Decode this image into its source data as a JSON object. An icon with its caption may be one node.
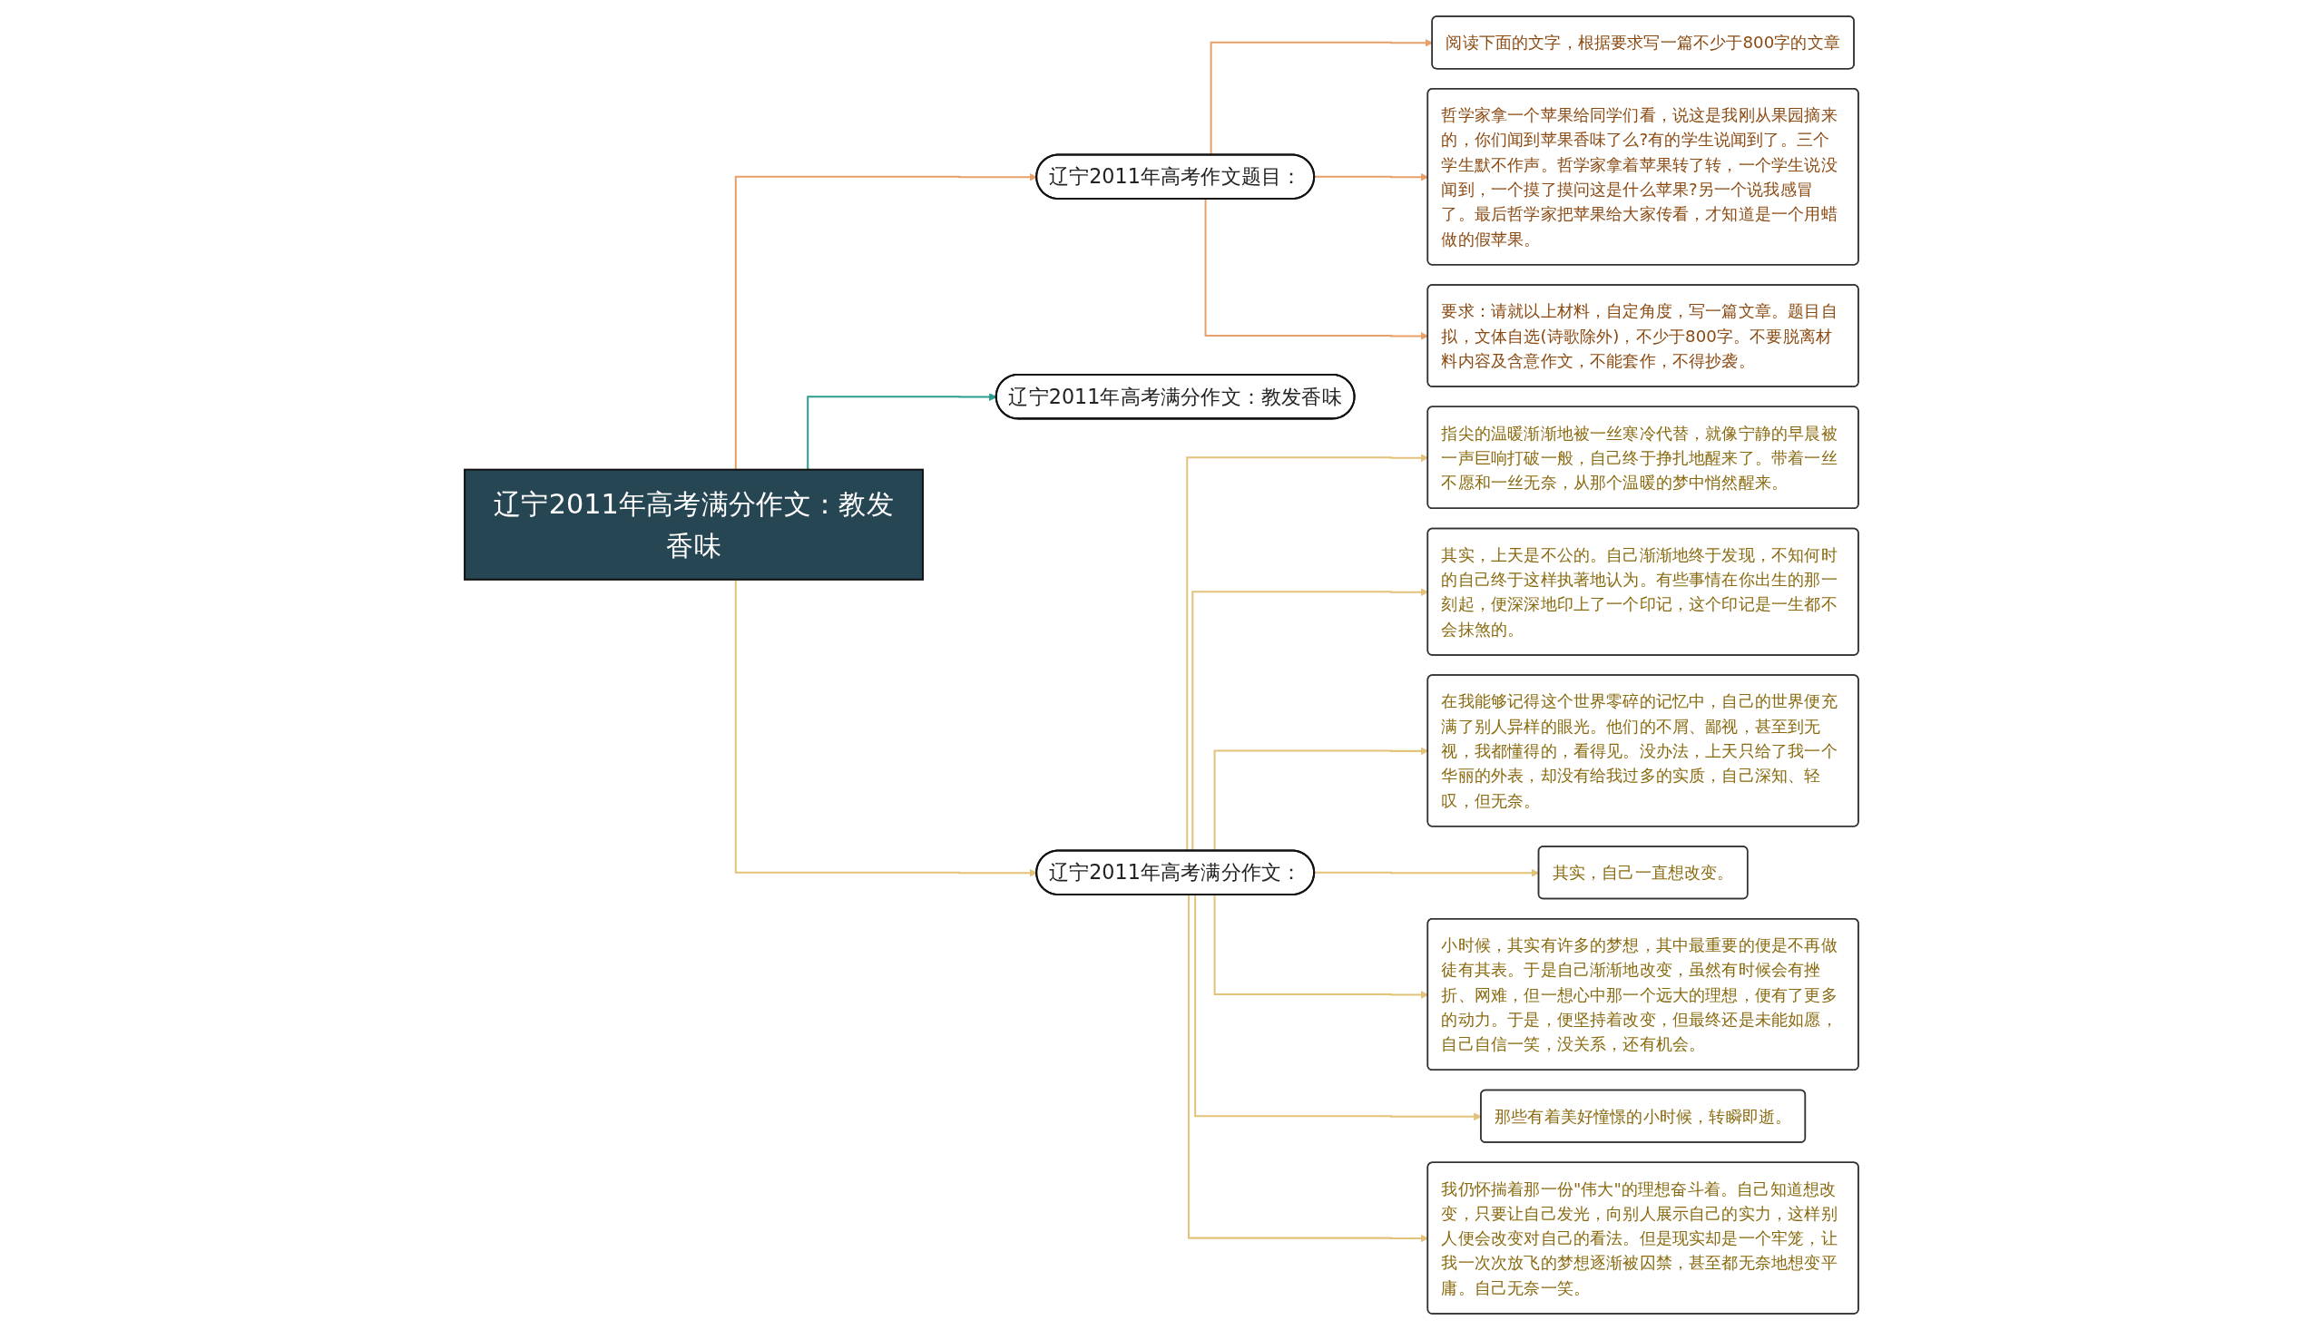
{
  "diagram": {
    "nodes": [
      {
        "text": [
          "辽宁2011年高考满分作文：教发香味"
        ]
      },
      {
        "text": [
          "辽宁2011年高考作文题目："
        ]
      },
      {
        "text": [
          "阅读下面的文字，根据要求写一篇不少于800字的文章"
        ]
      },
      {
        "text": [
          "哲学家拿一个苹果给同学们看，说这是我刚从果园摘来的，你们闻到苹果香味了么?有的学生说闻到了。三个学生默不作声。哲学家拿着苹果转了转，一个学生说没闻到，一个摸了摸问这是什么苹果?另一个说我感冒了。最后哲学家把苹果给大家传看，才知道是一个用蜡做的假苹果。"
        ]
      },
      {
        "text": [
          "要求：请就以上材料，自定角度，写一篇文章。题目自拟，文体自选(诗歌除外)，不少于800字。不要脱离材料内容及含意作文，不能套作，不得抄袭。"
        ]
      },
      {
        "text": [
          "辽宁2011年高考满分作文：教发香味"
        ]
      },
      {
        "text": [
          "辽宁2011年高考满分作文："
        ]
      },
      {
        "text": [
          "指尖的温暖渐渐地被一丝寒冷代替，就像宁静的早晨被一声巨响打破一般，自己终于挣扎地醒来了。带着一丝不愿和一丝无奈，从那个温暖的梦中悄然醒来。"
        ]
      },
      {
        "text": [
          "其实，上天是不公的。自己渐渐地终于发现，不知何时的自己终于这样执著地认为。有些事情在你出生的那一刻起，便深深地印上了一个印记，这个印记是一生都不会抹煞的。"
        ]
      },
      {
        "text": [
          "在我能够记得这个世界零碎的记忆中，自己的世界便充满了别人异样的眼光。他们的不屑、鄙视，甚至到无视，我都懂得的，看得见。没办法，上天只给了我一个华丽的外表，却没有给我过多的实质，自己深知、轻叹，但无奈。"
        ]
      },
      {
        "text": [
          "其实，自己一直想改变。"
        ]
      },
      {
        "text": [
          "小时候，其实有许多的梦想，其中最重要的便是不再做徒有其表。于是自己渐渐地改变，虽然有时候会有挫折、网难，但一想心中那一个远大的理想，便有了更多的动力。于是，便坚持着改变，但最终还是未能如愿，自己自信一笑，没关系，还有机会。"
        ]
      },
      {
        "text": [
          "那些有着美好憧憬的小时候，转瞬即逝。"
        ]
      },
      {
        "text": [
          "我仍怀揣着那一份\"伟大\"的理想奋斗着。自己知道想改变，只要让自己发光，向别人展示自己的实力，这样别人便会改变对自己的看法。但是现实却是一个牢笼，让我一次次放飞的梦想逐渐被囚禁，甚至都无奈地想变平庸。自己无奈一笑。"
        ]
      }
    ],
    "edges": [
      {
        "from": 0,
        "to": 1,
        "arrow": "to",
        "color": "#e8a06a"
      },
      {
        "from": 1,
        "to": 2,
        "arrow": "to",
        "color": "#e8a06a"
      },
      {
        "from": 1,
        "to": 3,
        "arrow": "to",
        "color": "#e8a06a"
      },
      {
        "from": 1,
        "to": 4,
        "arrow": "to",
        "color": "#e8a06a"
      },
      {
        "from": 0,
        "to": 5,
        "arrow": "to",
        "color": "#2a9d8f"
      },
      {
        "from": 0,
        "to": 6,
        "arrow": "to"
      },
      {
        "from": 6,
        "to": 7,
        "arrow": "to"
      },
      {
        "from": 6,
        "to": 8,
        "arrow": "to"
      },
      {
        "from": 6,
        "to": 9,
        "arrow": "to"
      },
      {
        "from": 6,
        "to": 10,
        "arrow": "to"
      },
      {
        "from": 6,
        "to": 11,
        "arrow": "to"
      },
      {
        "from": 6,
        "to": 12,
        "arrow": "to"
      },
      {
        "from": 6,
        "to": 13,
        "arrow": "to"
      }
    ]
  }
}
